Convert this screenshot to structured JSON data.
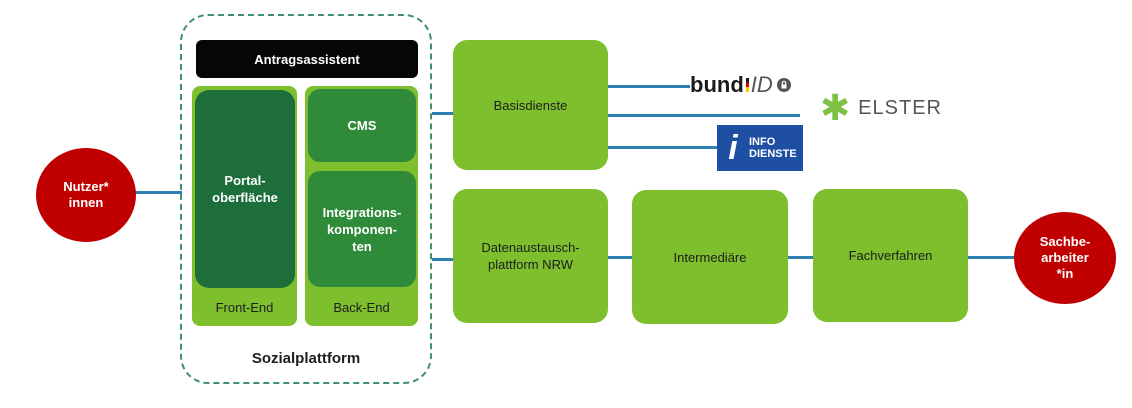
{
  "nodes": {
    "users": "Nutzer*\ninnen",
    "clerks": "Sachbe-\narbeiter\n*in",
    "assistant": "Antragsassistent",
    "portal": "Portal-\noberfläche",
    "cms": "CMS",
    "integration": "Integrations-\nkomponen-\nten",
    "frontend": "Front-End",
    "backend": "Back-End",
    "platform": "Sozialplattform",
    "basis": "Basisdienste",
    "exchange": "Datenaustausch-\nplattform NRW",
    "intermediaries": "Intermediäre",
    "procedures": "Fachverfahren"
  },
  "logos": {
    "bundid_main": "bund",
    "bundid_suffix": "ID",
    "elster": "ELSTER",
    "info_line1": "INFO",
    "info_line2": "DIENSTE"
  },
  "colors": {
    "red": "#c00000",
    "light_green": "#7ebf2e",
    "dark_green": "#1e6e3c",
    "connector_blue": "#2f7fb3",
    "info_blue": "#1f4fa3",
    "elster_green": "#7cc142"
  }
}
